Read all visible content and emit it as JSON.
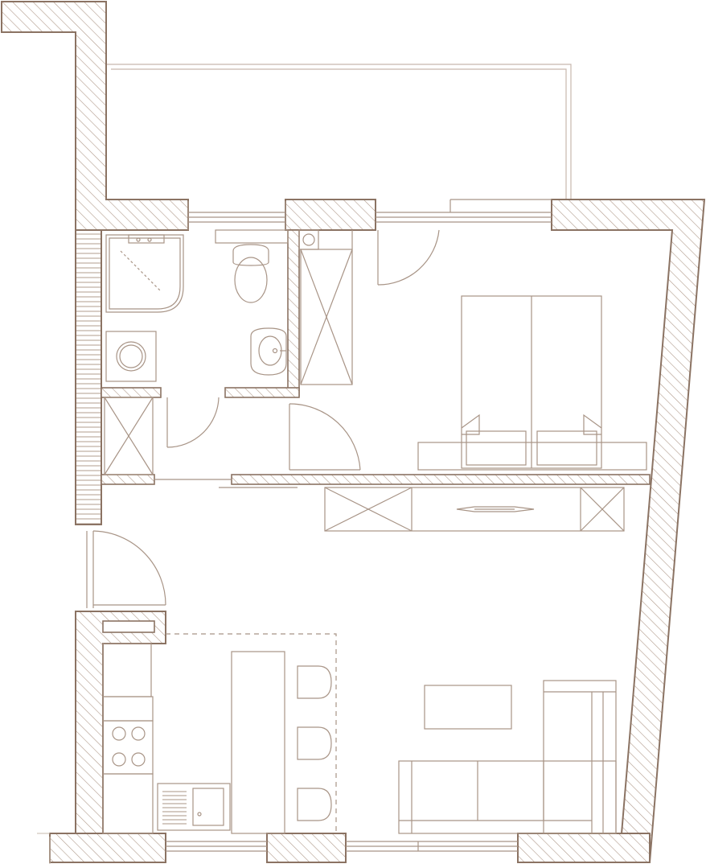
{
  "plan": {
    "colors": {
      "wall_stroke": "#8b7363",
      "wall_hatch": "#b29c8d",
      "furniture_stroke": "#a89486",
      "thin_line": "#c7b8ad",
      "background": "#ffffff"
    },
    "rooms": [
      "bathroom",
      "closet",
      "bedroom",
      "hall",
      "kitchen",
      "living-room",
      "balcony"
    ],
    "fixtures": [
      "shower",
      "toilet",
      "sink",
      "washing-machine",
      "boiler",
      "bed",
      "nightstand",
      "wardrobe",
      "stove",
      "kitchen-sink",
      "counter",
      "bar-stool",
      "sofa",
      "coffee-table"
    ],
    "doors": [
      "bathroom-door",
      "closet-door",
      "bedroom-door",
      "balcony-door",
      "entrance-door"
    ],
    "windows": [
      "bathroom-window",
      "bedroom-window",
      "living-window-left",
      "living-window-right"
    ]
  }
}
